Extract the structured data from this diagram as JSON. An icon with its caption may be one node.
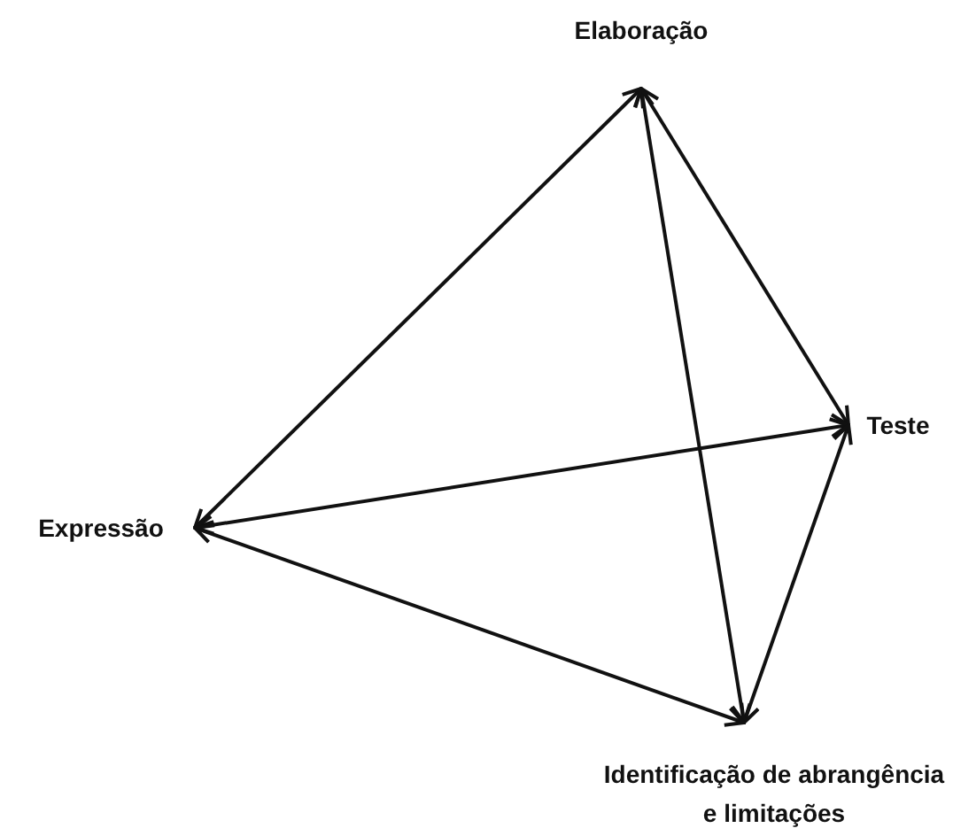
{
  "diagram": {
    "nodes": [
      {
        "text": [
          "Elaboração"
        ]
      },
      {
        "text": [
          "Teste"
        ]
      },
      {
        "text": [
          "Expressão"
        ]
      },
      {
        "text": [
          "Identificação de abrangência e limitações"
        ]
      }
    ],
    "edges": [
      {
        "from": 2,
        "to": 0,
        "arrow": "both"
      },
      {
        "from": 0,
        "to": 1,
        "arrow": "both"
      },
      {
        "from": 0,
        "to": 3,
        "arrow": "both"
      },
      {
        "from": 1,
        "to": 2,
        "arrow": "both"
      },
      {
        "from": 1,
        "to": 3,
        "arrow": "both"
      },
      {
        "from": 2,
        "to": 3,
        "arrow": "both"
      }
    ]
  }
}
